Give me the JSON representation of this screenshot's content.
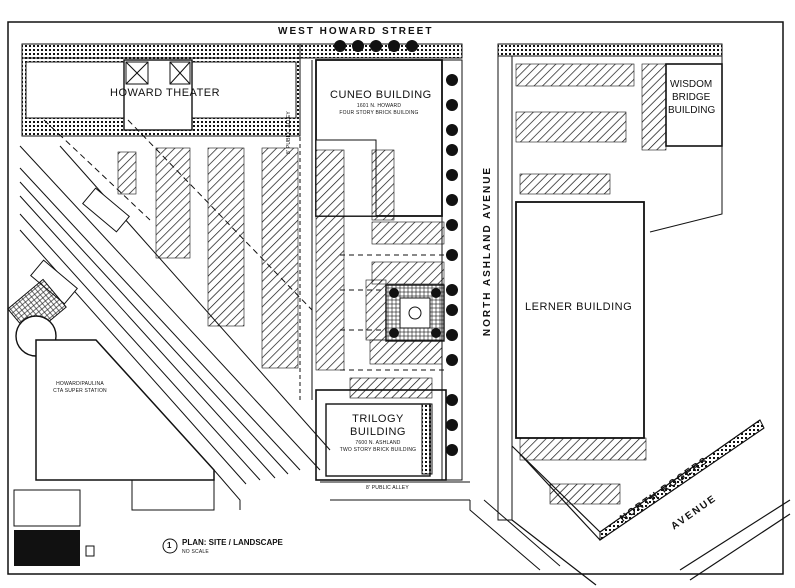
{
  "streets": {
    "west_howard": "WEST HOWARD STREET",
    "north_ashland": "NORTH ASHLAND AVENUE",
    "north_rogers_line1": "NORTH ROGERS",
    "north_rogers_line2": "AVENUE",
    "public_alley_vertical": "8' PUBLIC ALLEY",
    "public_alley_horizontal": "8' PUBLIC ALLEY"
  },
  "buildings": {
    "howard_theater": "HOWARD THEATER",
    "cuneo": "CUNEO BUILDING",
    "cuneo_sub1": "1601 N. HOWARD",
    "cuneo_sub2": "FOUR STORY BRICK BUILDING",
    "wisdom_line1": "WISDOM",
    "wisdom_line2": "BRIDGE",
    "wisdom_line3": "BUILDING",
    "lerner": "LERNER BUILDING",
    "trilogy_line1": "TRILOGY",
    "trilogy_line2": "BUILDING",
    "trilogy_sub1": "7600 N. ASHLAND",
    "trilogy_sub2": "TWO STORY BRICK BUILDING",
    "station_line1": "HOWARD/PAULINA",
    "station_line2": "CTA SUPER STATION"
  },
  "title_block": {
    "drawing_title": "PLAN: SITE / LANDSCAPE",
    "drawing_number": "1",
    "scale": "NO SCALE"
  },
  "colors": {
    "ink": "#111111",
    "paper": "#ffffff"
  }
}
